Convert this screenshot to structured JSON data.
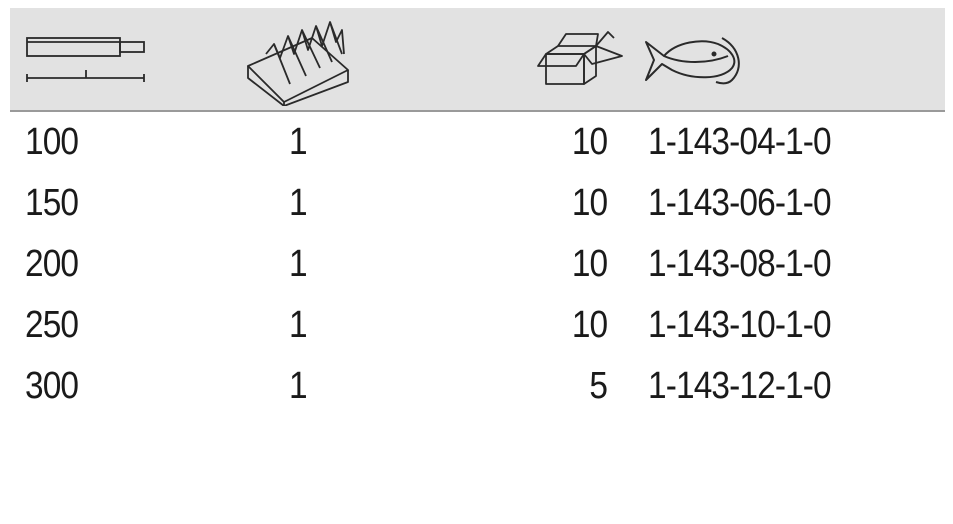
{
  "header": {
    "icons": [
      {
        "column": "length",
        "icon": "file-length-icon"
      },
      {
        "column": "cut",
        "icon": "file-cut-icon"
      },
      {
        "column": "pack",
        "icon": "package-box-icon"
      },
      {
        "column": "article",
        "icon": "fish-logo-icon"
      }
    ]
  },
  "rows": [
    {
      "length": "100",
      "cut": "1",
      "pack": "10",
      "article": "1-143-04-1-0"
    },
    {
      "length": "150",
      "cut": "1",
      "pack": "10",
      "article": "1-143-06-1-0"
    },
    {
      "length": "200",
      "cut": "1",
      "pack": "10",
      "article": "1-143-08-1-0"
    },
    {
      "length": "250",
      "cut": "1",
      "pack": "10",
      "article": "1-143-10-1-0"
    },
    {
      "length": "300",
      "cut": "1",
      "pack": "5",
      "article": "1-143-12-1-0"
    }
  ]
}
